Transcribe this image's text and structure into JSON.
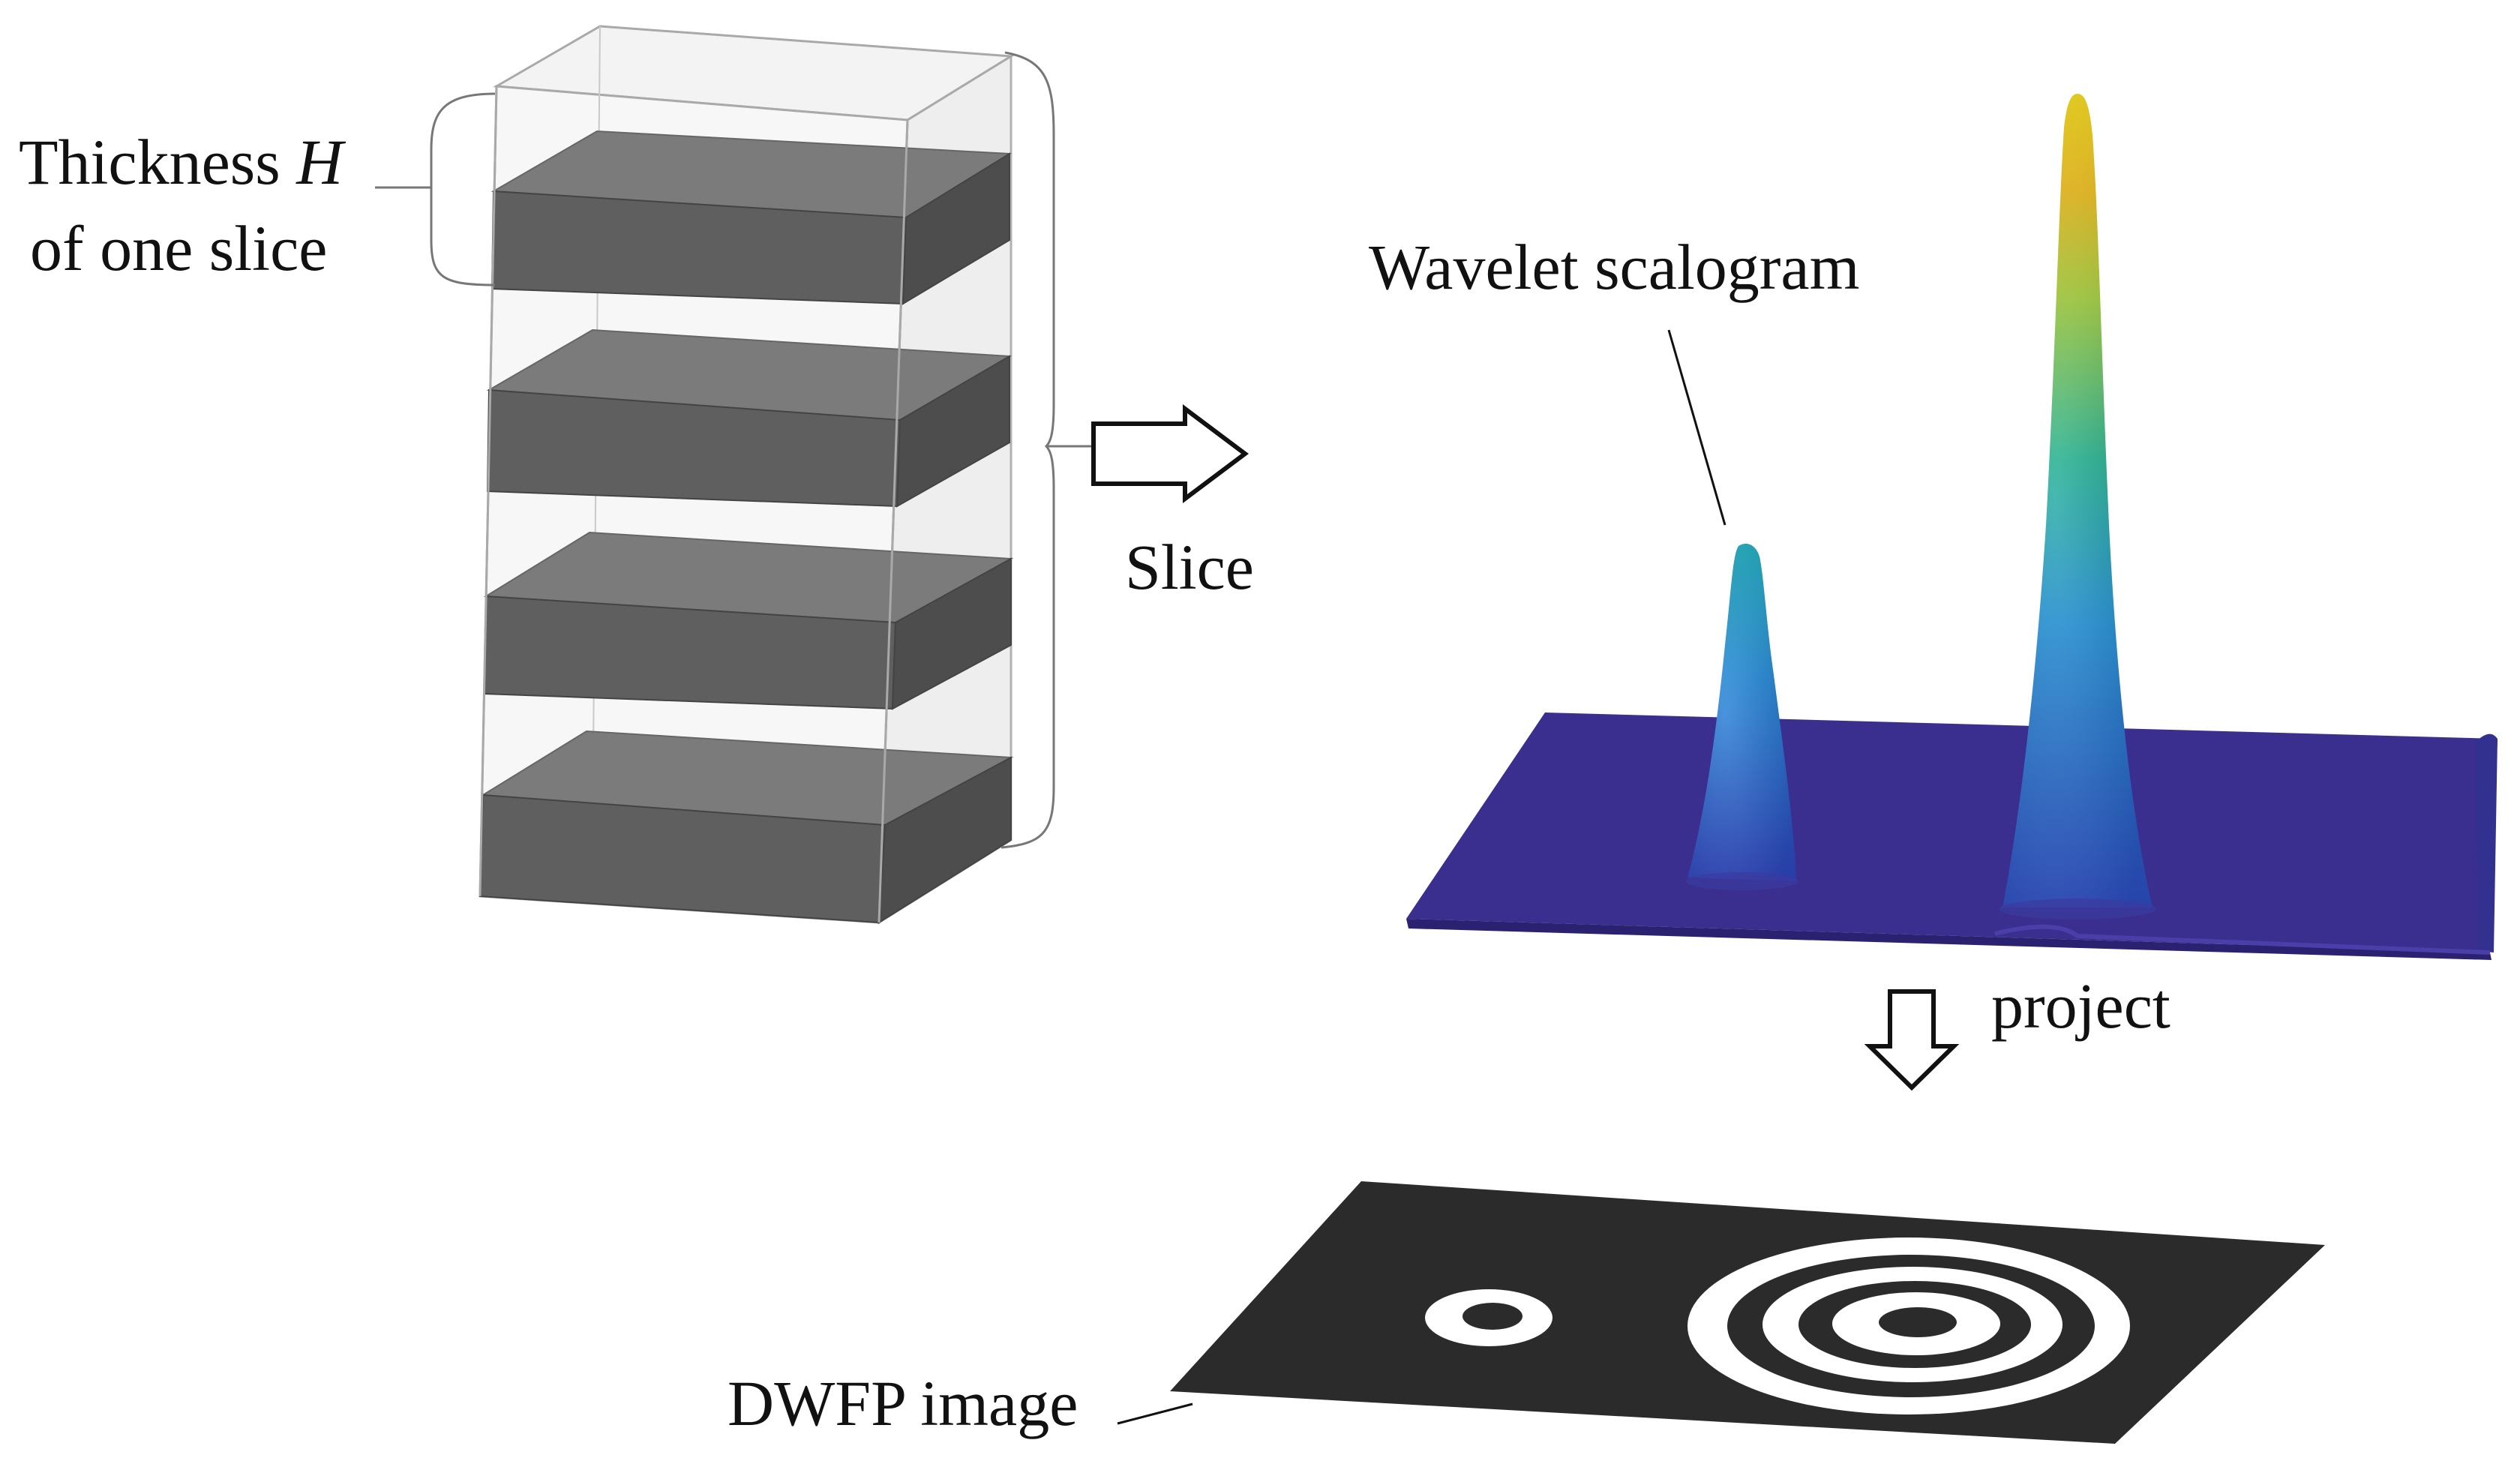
{
  "labels": {
    "thickness_line1_prefix": "Thickness ",
    "thickness_line1_var": "H",
    "thickness_line2": "of one slice",
    "slice": "Slice",
    "wavelet_scalogram": "Wavelet scalogram",
    "project": "project",
    "dwfp_image": "DWFP image"
  },
  "colors": {
    "slab_top": "#7a7a7a",
    "slab_front": "#5e5e5e",
    "slab_side": "#4c4c4c",
    "scalogram_base": "#3a2f8c",
    "peak_low": "#2f5fd0",
    "peak_mid": "#1fa39a",
    "peak_high": "#ffd21a",
    "dwfp_plate": "#2b2b2b",
    "dwfp_ring": "#ffffff"
  }
}
